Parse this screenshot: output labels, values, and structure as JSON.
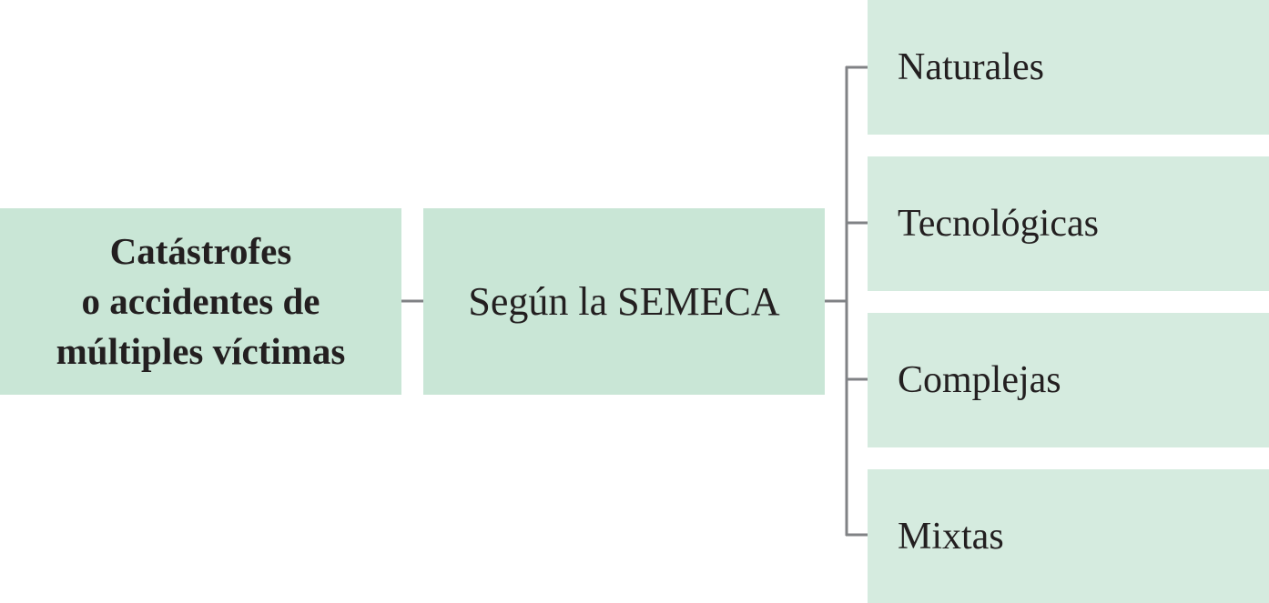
{
  "diagram": {
    "root": {
      "lines": [
        "Catástrofes",
        "o accidentes de",
        "múltiples víctimas"
      ]
    },
    "middle": {
      "label": "Según la SEMECA"
    },
    "leaves": [
      {
        "label": "Naturales"
      },
      {
        "label": "Tecnológicas"
      },
      {
        "label": "Complejas"
      },
      {
        "label": "Mixtas"
      }
    ]
  },
  "colors": {
    "root_fill": "#c9e6d6",
    "leaf_fill": "#d5ebdf",
    "connector": "#808285",
    "text": "#231f20"
  }
}
